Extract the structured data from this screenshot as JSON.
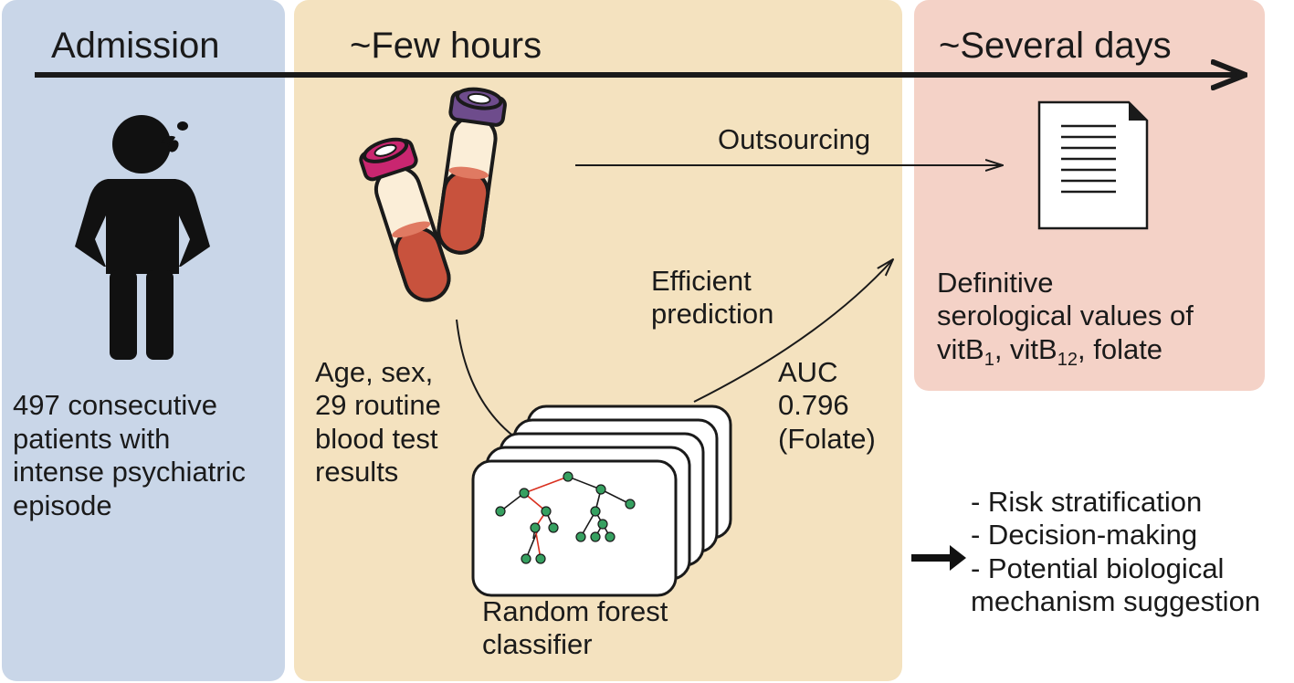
{
  "phases": {
    "admission": "Admission",
    "few_hours": "~Few hours",
    "several_days": "~Several days"
  },
  "patients": {
    "lines": [
      "497 consecutive",
      "patients with",
      "intense psychiatric",
      "episode"
    ]
  },
  "inputs": {
    "lines": [
      "Age, sex,",
      "29 routine",
      "blood test",
      "results"
    ]
  },
  "model": {
    "lines": [
      "Random forest",
      "classifier"
    ]
  },
  "outsourcing": "Outsourcing",
  "prediction": {
    "lines": [
      "Efficient",
      "prediction"
    ]
  },
  "auc": {
    "lines": [
      "AUC",
      "0.796",
      "(Folate)"
    ]
  },
  "definitive": {
    "line1": "Definitive",
    "line2": "serological values of",
    "vit1_base": "vitB",
    "vit1_sub": "1",
    "sep1": ", ",
    "vit2_base": "vitB",
    "vit2_sub": "12",
    "sep2": ", folate"
  },
  "outcomes": {
    "items": [
      "- Risk stratification",
      "- Decision-making",
      "- Potential biological"
    ],
    "continuation": "mechanism suggestion"
  },
  "colors": {
    "admission_panel": "#c9d6e8",
    "hours_panel": "#f4e2bf",
    "days_panel": "#f4d2c7",
    "tree_node": "#36a060",
    "tree_red_edge": "#d9301f",
    "tube_cap_pink": "#c92670",
    "tube_cap_purple": "#6e4c8c",
    "blood": "#c8523d"
  }
}
